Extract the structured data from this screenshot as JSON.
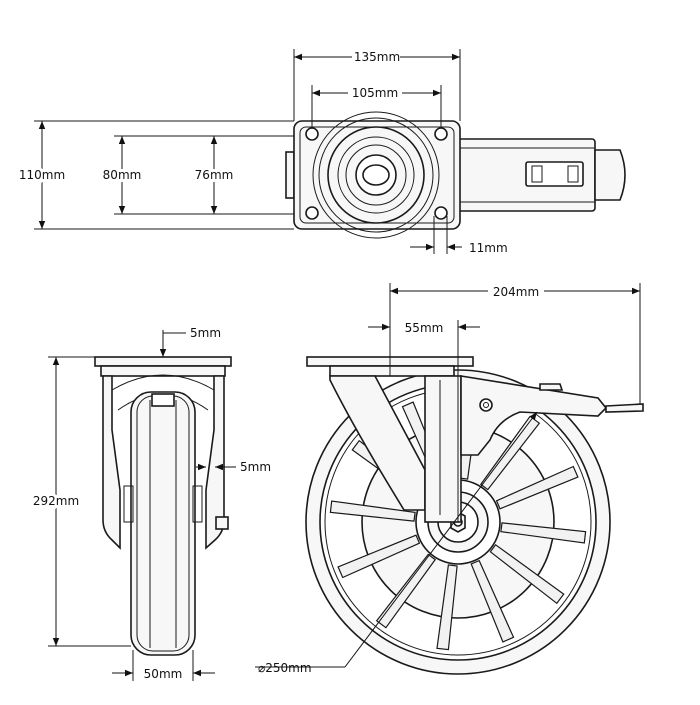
{
  "dimensions": {
    "top_plate_width": "135mm",
    "top_hole_spacing_x": "105mm",
    "top_overall_height": "110mm",
    "top_plate_height": "80mm",
    "top_hole_spacing_y": "76mm",
    "top_hole_diameter": "11mm",
    "front_plate_thickness": "5mm",
    "front_fork_thickness": "5mm",
    "front_total_height": "292mm",
    "front_wheel_width": "50mm",
    "side_overall_length": "204mm",
    "side_offset": "55mm",
    "side_wheel_diameter": "⌀250mm"
  }
}
